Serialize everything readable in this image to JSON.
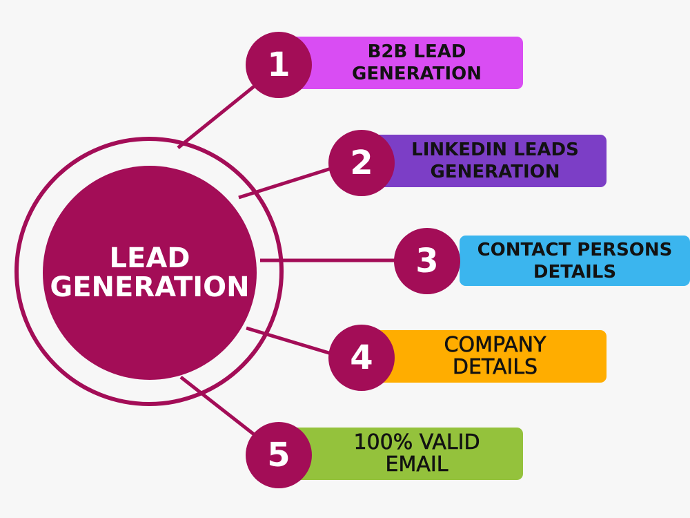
{
  "center": {
    "line1": "LEAD",
    "line2": "GENERATION"
  },
  "colors": {
    "primary": "#a30d57",
    "item1": "#d94df3",
    "item2": "#7c3ec6",
    "item3": "#3bb5ee",
    "item4": "#ffad00",
    "item5": "#94c23c"
  },
  "items": [
    {
      "number": "1",
      "line1": "B2B LEAD",
      "line2": "GENERATION"
    },
    {
      "number": "2",
      "line1": "LINKEDIN LEADS",
      "line2": "GENERATION"
    },
    {
      "number": "3",
      "line1": "CONTACT PERSONS",
      "line2": "DETAILS"
    },
    {
      "number": "4",
      "line1": "COMPANY",
      "line2": "DETAILS"
    },
    {
      "number": "5",
      "line1": "100% VALID",
      "line2": "EMAIL"
    }
  ]
}
